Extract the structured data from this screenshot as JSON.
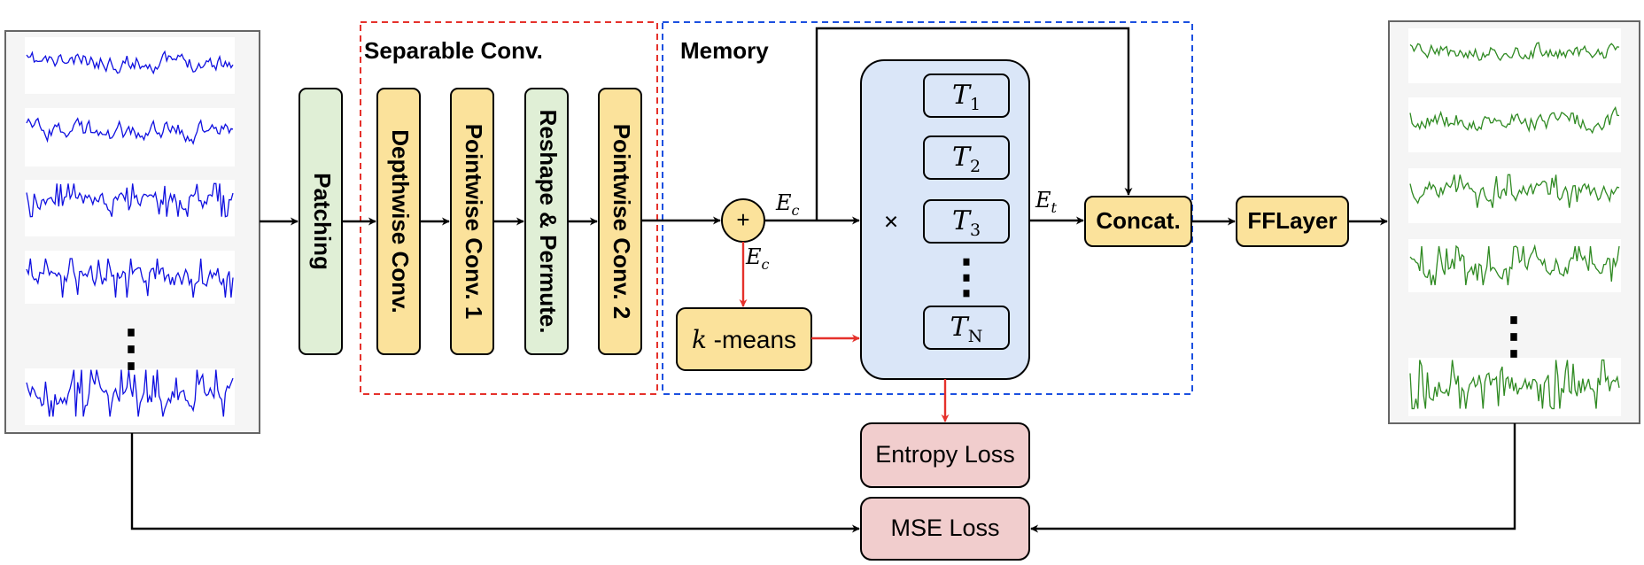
{
  "separable_conv": {
    "title": "Separable Conv.",
    "blocks": [
      "Depthwise Conv.",
      "Pointwise Conv. 1",
      "Reshape & Permute.",
      "Pointwise Conv. 2"
    ]
  },
  "patching": {
    "label": "Patching"
  },
  "memory": {
    "title": "Memory",
    "plus_symbol": "+",
    "ec_label_top": "E",
    "ec_label_bottom": "E",
    "ec_sub": "c",
    "et_label": "E",
    "et_sub": "t",
    "kmeans_k": "k",
    "kmeans_label": " -means",
    "times_symbol": "×",
    "tokens": [
      {
        "base": "T",
        "sub": "1"
      },
      {
        "base": "T",
        "sub": "2"
      },
      {
        "base": "T",
        "sub": "3"
      },
      {
        "base": "T",
        "sub": "N"
      }
    ],
    "vertical_ellipsis": "⋮"
  },
  "concat": {
    "label": "Concat."
  },
  "fflayer": {
    "label": "FFLayer"
  },
  "losses": {
    "entropy": "Entropy Loss",
    "mse": "MSE Loss"
  },
  "input_panel": {
    "ellipsis": "⋮",
    "series_color": "#1010e0"
  },
  "output_panel": {
    "ellipsis": "⋮",
    "series_color": "#2f8a22"
  },
  "colors": {
    "yellow_fill": "#fbe29b",
    "green_fill": "#e0efd6",
    "blue_fill": "#dae6f8",
    "pink_fill": "#f1cdcd",
    "red_dash": "#e5312b",
    "blue_dash": "#1c50e0",
    "red_arrow": "#e5312b"
  }
}
